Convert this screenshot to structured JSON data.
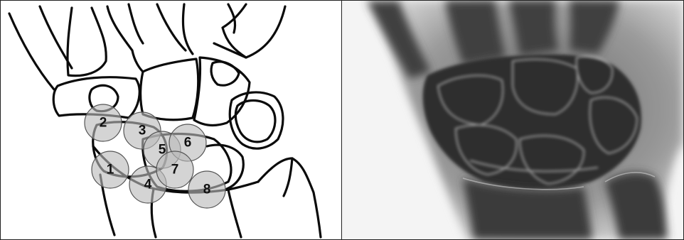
{
  "markers": [
    {
      "label": "1"
    },
    {
      "label": "2"
    },
    {
      "label": "3"
    },
    {
      "label": "4"
    },
    {
      "label": "5"
    },
    {
      "label": "6"
    },
    {
      "label": "7"
    },
    {
      "label": "8"
    }
  ],
  "colors": {
    "line": "#0b0b0b",
    "marker_fill": "#b9b9b9",
    "marker_stroke": "#555555",
    "xray_background": "#f6f6f6",
    "xray_bone": "#3a3a3a"
  }
}
